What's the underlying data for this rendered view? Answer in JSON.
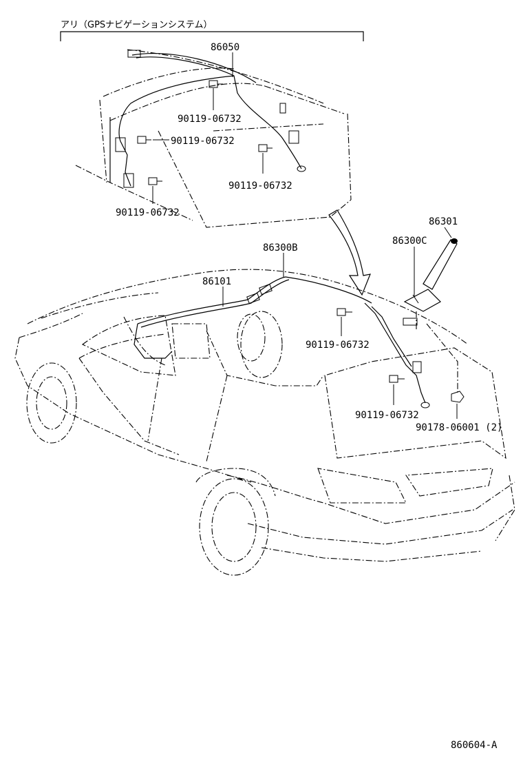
{
  "header": {
    "text": "アリ（GPSナビゲーションシステム）"
  },
  "labels": {
    "p86050": "86050",
    "p86301": "86301",
    "p86300c": "86300C",
    "p86300b": "86300B",
    "p86101": "86101",
    "bolt_a": "90119-06732",
    "bolt_b": "90119-06732",
    "bolt_c": "90119-06732",
    "bolt_d": "90119-06732",
    "bolt_e": "90119-06732",
    "bolt_f": "90119-06732",
    "nut": "90178-06001 (2)"
  },
  "footer": {
    "code": "860604-A"
  }
}
